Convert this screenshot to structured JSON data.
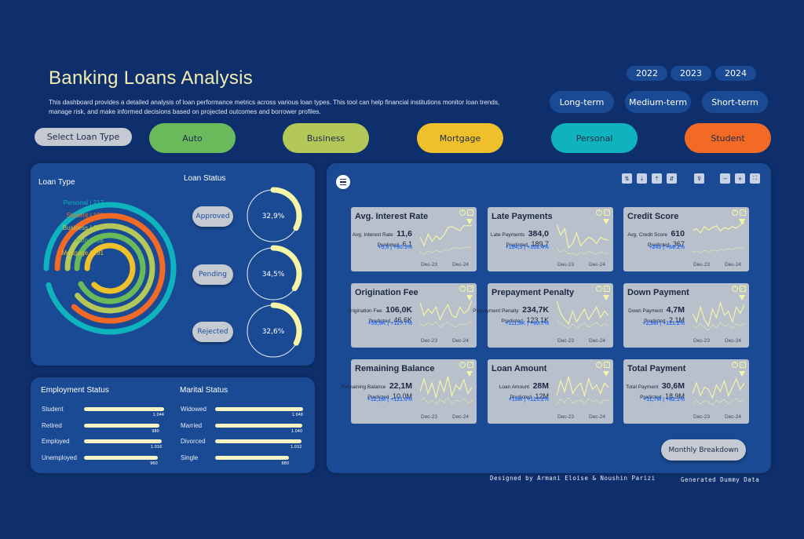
{
  "header": {
    "title": "Banking Loans Analysis",
    "description": "This dashboard provides a detailed analysis of loan performance metrics across various loan types. This tool can help financial institutions monitor loan trends, manage risk, and make informed decisions based on projected outcomes and borrower profiles."
  },
  "years": [
    "2022",
    "2023",
    "2024"
  ],
  "terms": [
    "Long-term",
    "Medium-term",
    "Short-term"
  ],
  "select_label": "Select Loan Type",
  "loan_types": [
    {
      "label": "Auto",
      "color": "#6ab95a"
    },
    {
      "label": "Business",
      "color": "#b4c85a"
    },
    {
      "label": "Mortgage",
      "color": "#f0c02a"
    },
    {
      "label": "Personal",
      "color": "#0fb3bd"
    },
    {
      "label": "Student",
      "color": "#f26a25"
    }
  ],
  "loan_type_panel": {
    "title": "Loan Type",
    "rings": [
      {
        "label": "Personal | 217",
        "value": 217,
        "color": "#0fb3bd"
      },
      {
        "label": "Student | 190",
        "value": 190,
        "color": "#f26a25"
      },
      {
        "label": "Business | 196",
        "value": 196,
        "color": "#b4c85a"
      },
      {
        "label": "Auto | 206",
        "value": 206,
        "color": "#6ab95a"
      },
      {
        "label": "Mortgage | 191",
        "value": 191,
        "color": "#f0c02a"
      }
    ]
  },
  "loan_status_panel": {
    "title": "Loan Status",
    "items": [
      {
        "label": "Approved",
        "pct": "32,9%",
        "fraction": 0.329
      },
      {
        "label": "Pending",
        "pct": "34,5%",
        "fraction": 0.345
      },
      {
        "label": "Rejected",
        "pct": "32,6%",
        "fraction": 0.326
      }
    ]
  },
  "employment_panel": {
    "title": "Employment Status",
    "items": [
      {
        "label": "Student",
        "value": "1.044",
        "n": 1044
      },
      {
        "label": "Retired",
        "value": "980",
        "n": 980
      },
      {
        "label": "Employed",
        "value": "1.016",
        "n": 1016
      },
      {
        "label": "Unemployed",
        "value": "960",
        "n": 960
      }
    ]
  },
  "marital_panel": {
    "title": "Marital Status",
    "items": [
      {
        "label": "Widowed",
        "value": "1.048",
        "n": 1048
      },
      {
        "label": "Married",
        "value": "1.040",
        "n": 1040
      },
      {
        "label": "Divorced",
        "value": "1.032",
        "n": 1032
      },
      {
        "label": "Single",
        "value": "880",
        "n": 880
      }
    ]
  },
  "toolbar": {
    "icons": [
      "sort-asc-icon",
      "sort-desc-icon",
      "sort-asc-alt-icon",
      "sort-desc-alt-icon",
      "filter-clear-icon",
      "zoom-out-icon",
      "zoom-in-icon",
      "fullscreen-icon"
    ]
  },
  "kpi_axis": {
    "start": "Dec-23",
    "end": "Dec-24"
  },
  "kpis": [
    {
      "title": "Avg. Interest Rate",
      "cur_label": "Avg. Interest Rate",
      "cur": "11,6",
      "pred_label": "Predicted",
      "pred": "6,1",
      "delta": "+5,5 | +90.1%",
      "actual": [
        0.55,
        0.35,
        0.62,
        0.45,
        0.58,
        0.5,
        0.6,
        0.78,
        0.8,
        0.76,
        0.7,
        0.82,
        0.82,
        0.82
      ],
      "predicted": [
        0.2,
        0.15,
        0.22,
        0.18,
        0.24,
        0.2,
        0.26,
        0.24,
        0.28,
        0.3,
        0.28,
        0.3,
        0.32,
        0.3
      ]
    },
    {
      "title": "Late Payments",
      "cur_label": "Late Payments",
      "cur": "384,0",
      "pred_label": "Predicted",
      "pred": "189,7",
      "delta": "+194,3 | +102.4%",
      "actual": [
        0.85,
        0.6,
        0.75,
        0.3,
        0.4,
        0.65,
        0.35,
        0.45,
        0.55,
        0.5,
        0.4,
        0.55,
        0.5,
        0.48
      ],
      "predicted": [
        0.3,
        0.2,
        0.25,
        0.15,
        0.18,
        0.12,
        0.2,
        0.15,
        0.22,
        0.18,
        0.15,
        0.2,
        0.18,
        0.16
      ]
    },
    {
      "title": "Credit Score",
      "cur_label": "Avg. Credit Score",
      "cur": "610",
      "pred_label": "Predicted",
      "pred": "367",
      "delta": "+243 | +66.2%",
      "actual": [
        0.7,
        0.75,
        0.65,
        0.8,
        0.72,
        0.78,
        0.82,
        0.7,
        0.78,
        0.74,
        0.8,
        0.76,
        0.84,
        0.9
      ],
      "predicted": [
        0.2,
        0.22,
        0.18,
        0.24,
        0.2,
        0.25,
        0.22,
        0.26,
        0.24,
        0.28,
        0.26,
        0.3,
        0.28,
        0.32
      ]
    },
    {
      "title": "Origination Fee",
      "cur_label": "Origination Fee",
      "cur": "106,0K",
      "pred_label": "Predicted",
      "pred": "46,6K",
      "delta": "+59,5K | +127.7%",
      "actual": [
        0.8,
        0.5,
        0.65,
        0.55,
        0.7,
        0.4,
        0.6,
        0.75,
        0.5,
        0.45,
        0.7,
        0.55,
        0.62,
        0.85
      ],
      "predicted": [
        0.3,
        0.25,
        0.32,
        0.28,
        0.35,
        0.22,
        0.3,
        0.34,
        0.26,
        0.22,
        0.3,
        0.28,
        0.32,
        0.36
      ]
    },
    {
      "title": "Prepayment Penalty",
      "cur_label": "Prepayment Penalty",
      "cur": "234,7K",
      "pred_label": "Predicted",
      "pred": "123,1K",
      "delta": "+111,6K | +90.7%",
      "actual": [
        0.85,
        0.55,
        0.4,
        0.3,
        0.6,
        0.35,
        0.5,
        0.65,
        0.4,
        0.55,
        0.7,
        0.45,
        0.6,
        0.5
      ],
      "predicted": [
        0.4,
        0.3,
        0.25,
        0.2,
        0.3,
        0.2,
        0.28,
        0.32,
        0.22,
        0.28,
        0.34,
        0.24,
        0.3,
        0.26
      ]
    },
    {
      "title": "Down Payment",
      "cur_label": "Down Payment",
      "cur": "4,7M",
      "pred_label": "Predicted",
      "pred": "2,1M",
      "delta": "+2,6M | +121.2%",
      "actual": [
        0.55,
        0.35,
        0.7,
        0.4,
        0.25,
        0.65,
        0.45,
        0.8,
        0.5,
        0.6,
        0.35,
        0.7,
        0.55,
        0.75
      ],
      "predicted": [
        0.25,
        0.2,
        0.3,
        0.22,
        0.15,
        0.28,
        0.2,
        0.34,
        0.24,
        0.28,
        0.2,
        0.3,
        0.26,
        0.32
      ]
    },
    {
      "title": "Remaining Balance",
      "cur_label": "Remaining Balance",
      "cur": "22,1M",
      "pred_label": "Predicted",
      "pred": "10,0M",
      "delta": "+12,1M | +121.0%",
      "actual": [
        0.5,
        0.8,
        0.45,
        0.7,
        0.35,
        0.75,
        0.5,
        0.85,
        0.4,
        0.65,
        0.55,
        0.78,
        0.45,
        0.6
      ],
      "predicted": [
        0.25,
        0.35,
        0.22,
        0.3,
        0.2,
        0.32,
        0.24,
        0.36,
        0.2,
        0.3,
        0.26,
        0.34,
        0.22,
        0.28
      ]
    },
    {
      "title": "Loan Amount",
      "cur_label": "Loan Amount",
      "cur": "28M",
      "pred_label": "Predicted",
      "pred": "12M",
      "delta": "+15M | +123.2%",
      "actual": [
        0.4,
        0.75,
        0.5,
        0.85,
        0.45,
        0.6,
        0.7,
        0.4,
        0.8,
        0.55,
        0.65,
        0.45,
        0.7,
        0.6
      ],
      "predicted": [
        0.2,
        0.32,
        0.24,
        0.36,
        0.22,
        0.28,
        0.3,
        0.2,
        0.34,
        0.26,
        0.3,
        0.22,
        0.3,
        0.28
      ]
    },
    {
      "title": "Total Payment",
      "cur_label": "Total Payment",
      "cur": "30,6M",
      "pred_label": "Predicted",
      "pred": "18,9M",
      "delta": "+11,7M | +62.1%",
      "actual": [
        0.45,
        0.7,
        0.4,
        0.6,
        0.55,
        0.35,
        0.65,
        0.5,
        0.75,
        0.4,
        0.6,
        0.8,
        0.55,
        0.7
      ],
      "predicted": [
        0.22,
        0.3,
        0.2,
        0.28,
        0.26,
        0.18,
        0.3,
        0.24,
        0.32,
        0.2,
        0.28,
        0.34,
        0.26,
        0.3
      ]
    }
  ],
  "breakdown_label": "Monthly Breakdown",
  "footer": {
    "credits": "Designed by Armani Eloise & Noushin Parizi",
    "note": "Generated Dummy Data"
  }
}
